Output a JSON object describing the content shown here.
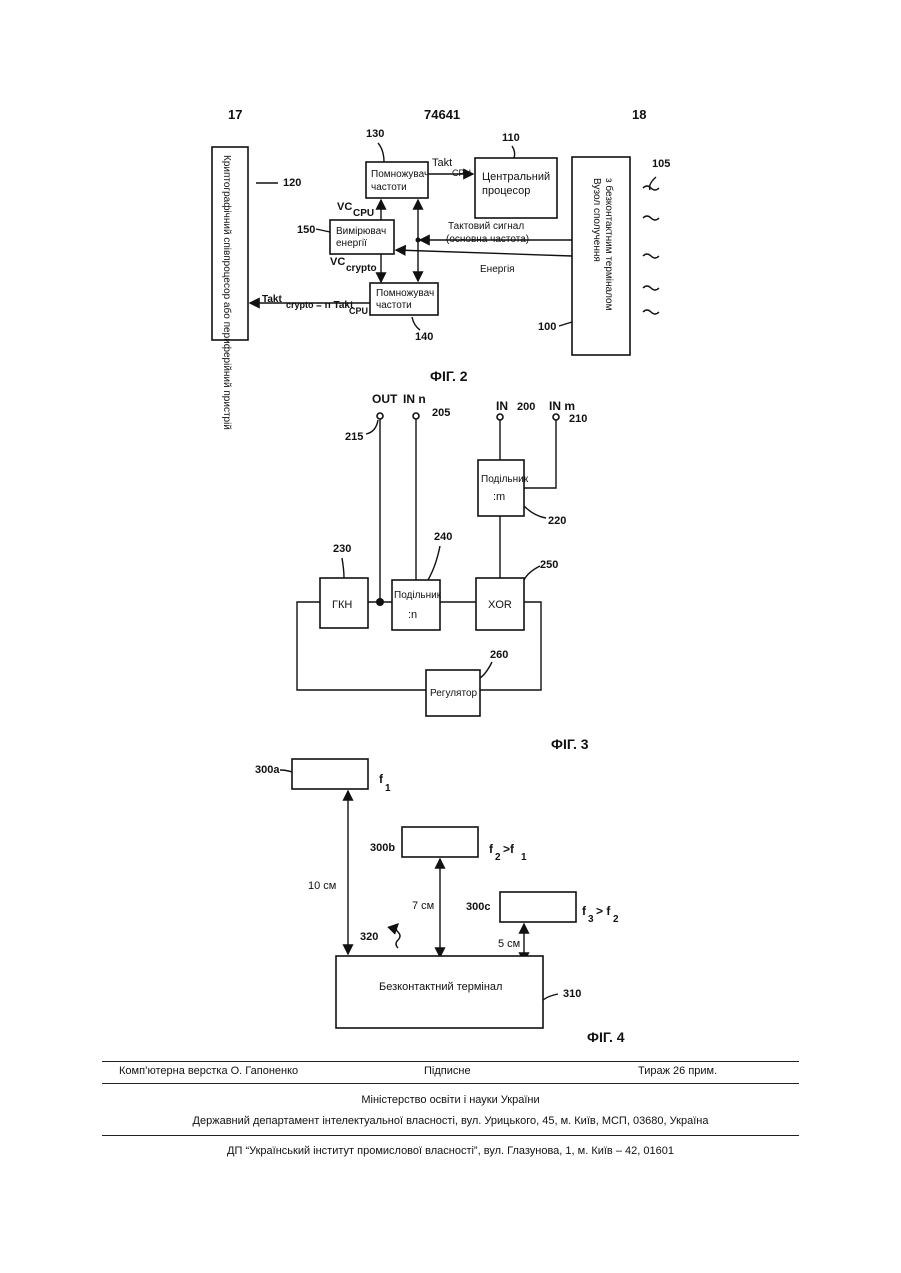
{
  "header": {
    "page_left": "17",
    "patent_no": "74641",
    "page_right": "18"
  },
  "fig2": {
    "caption": "ФІГ. 2",
    "coprocessor": "Криптографічний співпроцесор або периферійний пристрій",
    "ref_120": "120",
    "mult_top_line1": "Помножувач",
    "mult_top_line2": "частоти",
    "ref_130": "130",
    "cpu_line1": "Центральний",
    "cpu_line2": "процесор",
    "ref_110": "110",
    "meter_line1": "Вимірювач",
    "meter_line2": "енергії",
    "ref_150": "150",
    "mult_bot_line1": "Помножувач",
    "mult_bot_line2": "частоти",
    "ref_140": "140",
    "interface_line1": "Вузол сполучення",
    "interface_line2": "з безконтактним терміналом",
    "ref_105": "105",
    "ref_100": "100",
    "takt_cpu": "Takt",
    "takt_cpu_sub": "CPU",
    "vc_cpu": "VC",
    "vc_cpu_sub": "CPU",
    "vc_crypto": "VC",
    "vc_crypto_sub": "crypto",
    "clock_line1": "Тактовий сигнал",
    "clock_line2": "(основна частота)",
    "energy": "Енергія",
    "takt_crypto_a": "Takt",
    "takt_crypto_sub": "crypto",
    "takt_crypto_b": "= n Takt",
    "takt_crypto_sub2": "CPU"
  },
  "fig3": {
    "caption": "ФІГ. 3",
    "out": "OUT",
    "in_n": "IN n",
    "in": "IN",
    "in_m": "IN m",
    "ref_215": "215",
    "ref_205": "205",
    "ref_200": "200",
    "ref_210": "210",
    "div_m_line1": "Подільник",
    "div_m_line2": ":m",
    "ref_220": "220",
    "gkn": "ГКН",
    "ref_230": "230",
    "div_n_line1": "Подільник",
    "div_n_line2": ":n",
    "ref_240": "240",
    "xor": "XOR",
    "ref_250": "250",
    "regulator": "Регулятор",
    "ref_260": "260"
  },
  "fig4": {
    "caption": "ФІГ. 4",
    "ref_300a": "300a",
    "f1": "f",
    "f1_sub": "1",
    "ref_300b": "300b",
    "f2": "f",
    "f2_sub": "2",
    "f2_gt": ">f",
    "f2_gt_sub": "1",
    "ref_300c": "300c",
    "f3": "f",
    "f3_sub": "3",
    "f3_gt": "> f",
    "f3_gt_sub": "2",
    "dist_10": "10 см",
    "dist_7": "7 см",
    "dist_5": "5 см",
    "ref_320": "320",
    "terminal": "Безконтактний термінал",
    "ref_310": "310"
  },
  "footer": {
    "layout": "Комп’ютерна верстка О. Гапоненко",
    "signed": "Підписне",
    "copies": "Тираж 26 прим.",
    "ministry": "Міністерство освіти і науки України",
    "department": "Державний департамент інтелектуальної власності, вул. Урицького, 45, м. Київ, МСП, 03680, Україна",
    "institute": "ДП “Український інститут промислової власності”, вул. Глазунова, 1, м. Київ – 42, 01601"
  }
}
